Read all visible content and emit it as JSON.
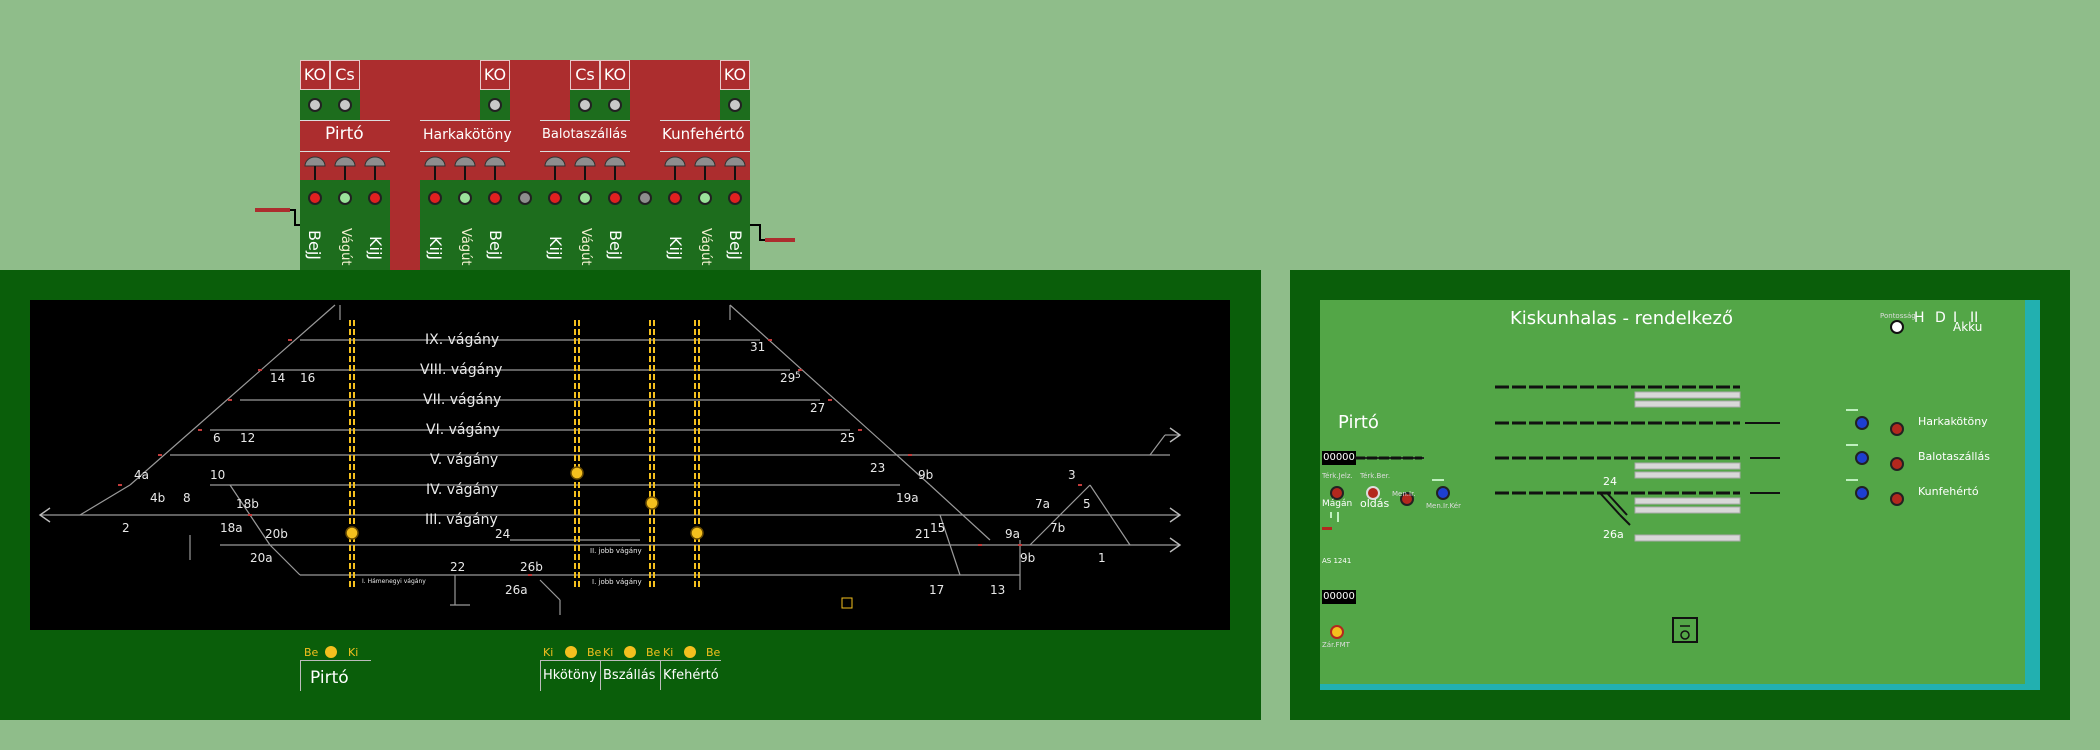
{
  "top_panel": {
    "ko_labels": [
      "KO",
      "KO",
      "KO",
      "KO"
    ],
    "cs_labels": [
      "Cs",
      "Cs"
    ],
    "stations": [
      "Pirtó",
      "Harkakötöny",
      "Balotaszállás",
      "Kunfehértó"
    ],
    "route_labels": {
      "bej": "BejJ",
      "kij": "KijJ",
      "vagut": "Vágút"
    }
  },
  "track_panel": {
    "tracks": [
      "IX. vágány",
      "VIII. vágány",
      "VII. vágány",
      "VI. vágány",
      "V. vágány",
      "IV. vágány",
      "III. vágány"
    ],
    "small_tracks": [
      "I. jobb vágány",
      "II. jobb vágány",
      "I. Hámenegyi vágány"
    ],
    "switch_numbers": [
      "31",
      "14",
      "16",
      "29",
      "27",
      "6",
      "12",
      "25",
      "23",
      "4a",
      "10",
      "9b",
      "3",
      "4b",
      "8",
      "18b",
      "19a",
      "7a",
      "5",
      "2",
      "18a",
      "20b",
      "24",
      "21",
      "15",
      "9a",
      "7b",
      "20a",
      "22",
      "26b",
      "9b",
      "1",
      "26a",
      "17",
      "13"
    ],
    "signal_mark": "5"
  },
  "bottom_controls": {
    "be": "Be",
    "ki": "Ki",
    "stations": [
      "Pirtó",
      "Hkötöny",
      "Bszállás",
      "Kfehértó"
    ]
  },
  "right_panel": {
    "title": "Kiskunhalas - rendelkező",
    "station": "Pirtó",
    "counters": [
      "00000",
      "00000"
    ],
    "neighbors": [
      "Harkakötöny",
      "Balotaszállás",
      "Kunfehértó"
    ],
    "status_letters": [
      "H",
      "D",
      "I",
      "II"
    ],
    "akku": "Akku",
    "punct_label": "Pontosság",
    "mag": "Mágán",
    "oldas": "oldás",
    "as_label": "AS 1241",
    "label_24": "24",
    "label_26a": "26a",
    "small_labels": {
      "terk_jelz": "Térk.Jelz.",
      "terk_ber": "Térk.Ber.",
      "men_kier": "Men.Ir.Kér",
      "men_ir": "Men.Ir.",
      "zar_fmt": "Zár.FMT"
    }
  }
}
